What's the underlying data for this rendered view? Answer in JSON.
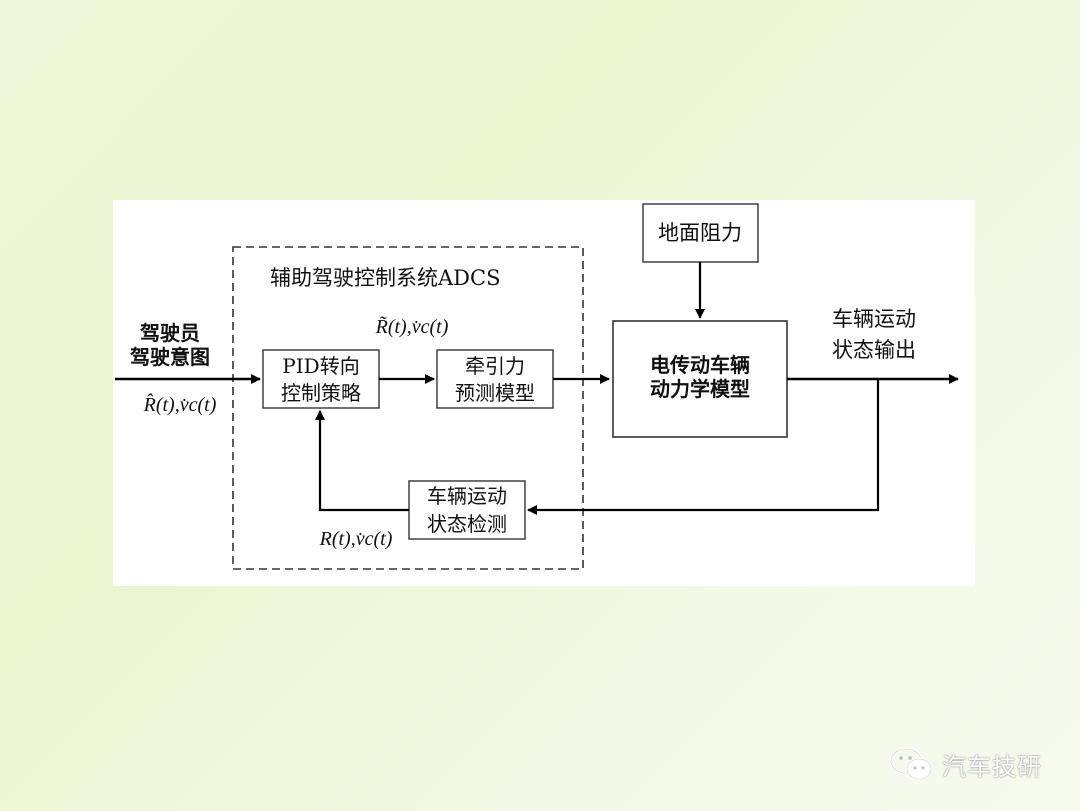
{
  "diagram": {
    "adcs_label": "辅助驾驶控制系统ADCS",
    "driver_intent": [
      "驾驶员",
      "驾驶意图"
    ],
    "input_signal": "R̂(t),v̇c(t)",
    "pid_block": [
      "PID转向",
      "控制策略"
    ],
    "traction_block": [
      "牵引力",
      "预测模型"
    ],
    "predicted_signal": "R̃(t),v̇c(t)",
    "ground_resistance": "地面阻力",
    "vehicle_model": [
      "电传动车辆",
      "动力学模型"
    ],
    "motion_output": [
      "车辆运动",
      "状态输出"
    ],
    "detection_block": [
      "车辆运动",
      "状态检测"
    ],
    "feedback_signal": "R(t),v̇c(t)"
  },
  "watermark": {
    "text": "汽车技研",
    "icon": "wechat-icon"
  }
}
